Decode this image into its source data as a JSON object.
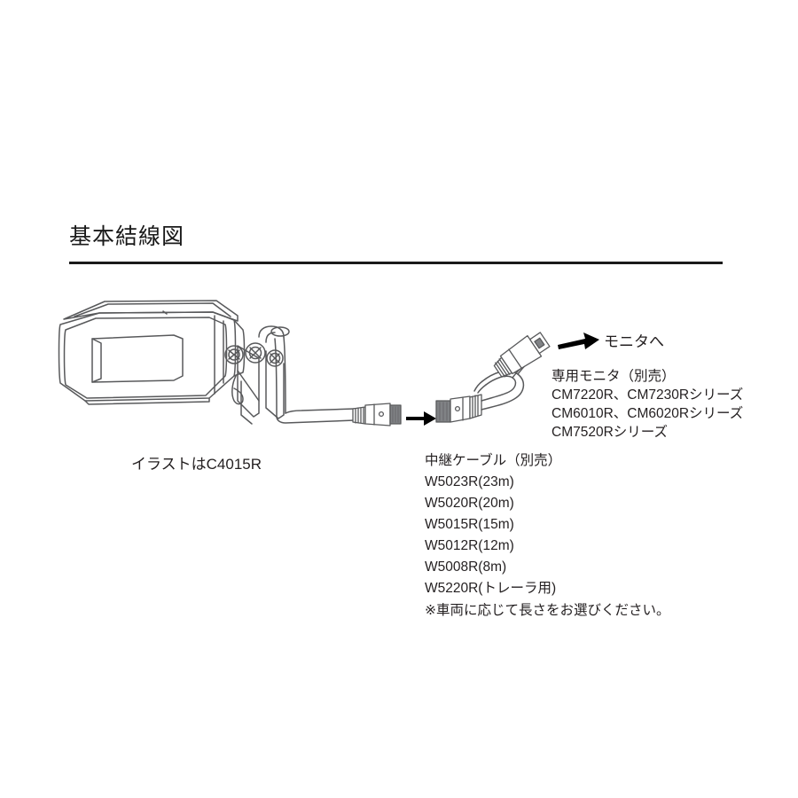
{
  "page": {
    "title": "基本結線図"
  },
  "illustration": {
    "caption": "イラストはC4015R",
    "camera_label": "camera-illustration",
    "connection_arrow_label": "connection-arrow"
  },
  "monitor": {
    "arrow_label": "モニタへ",
    "heading": "専用モニタ（別売）",
    "models": [
      "CM7220R、CM7230Rシリーズ",
      "CM6010R、CM6020Rシリーズ",
      "CM7520Rシリーズ"
    ]
  },
  "extension_cable": {
    "heading": "中継ケーブル（別売）",
    "models": [
      "W5023R(23m)",
      "W5020R(20m)",
      "W5015R(15m)",
      "W5012R(12m)",
      "W5008R(8m)",
      "W5220R(トレーラ用)"
    ],
    "note": "※車両に応じて長さをお選びください。"
  },
  "colors": {
    "text": "#231f20",
    "rule": "#1a1a1a",
    "line_art": "#58595b",
    "connector_dark": "#808285",
    "arrow": "#000000",
    "background": "#ffffff"
  }
}
